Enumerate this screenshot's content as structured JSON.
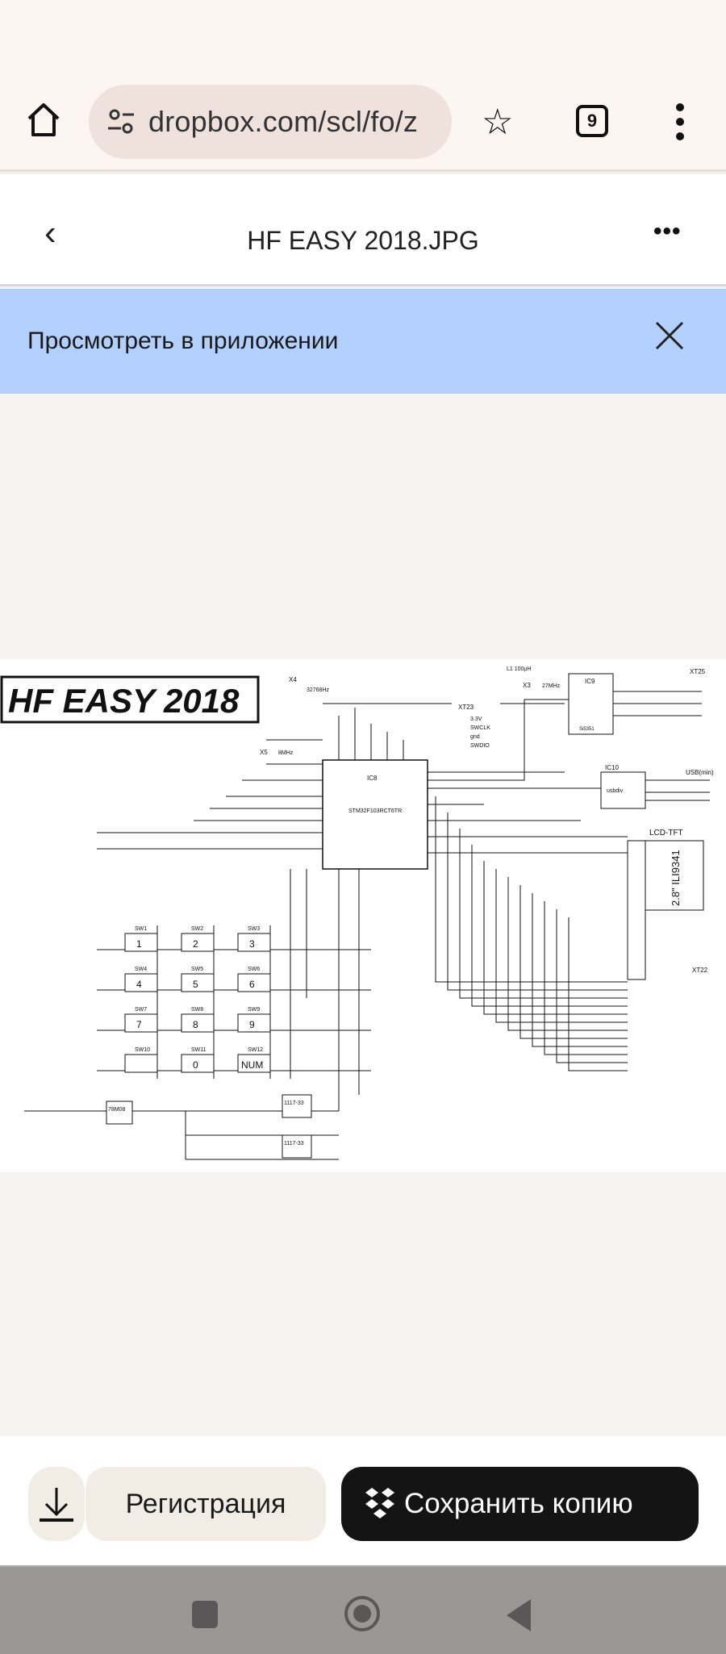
{
  "browser": {
    "url": "dropbox.com/scl/fo/z",
    "tab_count": "9"
  },
  "header": {
    "title": "HF EASY 2018.JPG"
  },
  "banner": {
    "text": "Просмотреть в приложении"
  },
  "schematic": {
    "title": "HF EASY 2018",
    "mcu": "STM32F103RCT6TR",
    "mcu_ref": "IC8",
    "ic9": "IC9",
    "ic9_part": "Si5351",
    "ic10": "IC10",
    "ic10_part": "usbdiv",
    "lcd": "LCD-TFT",
    "lcd_part": "2.8\" ILI9341",
    "x4": "X4",
    "x4_freq": "32768Hz",
    "x5": "X5",
    "x5_freq": "8MHz",
    "x3": "X3",
    "x3_freq": "27MHz",
    "usb": "USB(min)",
    "xt23": "XT23",
    "xt22": "XT22",
    "xt25": "XT25",
    "l1": "L1 100µH",
    "keys": [
      "1",
      "2",
      "3",
      "4",
      "5",
      "6",
      "7",
      "8",
      "9",
      "",
      "0",
      "NUM"
    ],
    "sw": [
      "SW1",
      "SW2",
      "SW3",
      "SW4",
      "SW5",
      "SW6",
      "SW7",
      "SW8",
      "SW9",
      "SW10",
      "SW11",
      "SW12"
    ],
    "reg1": "78M08",
    "reg2": "1117-33",
    "reg3": "1117-33",
    "swd": [
      "3.3V",
      "SWCLK",
      "gnd",
      "SWDIO"
    ]
  },
  "actions": {
    "register": "Регистрация",
    "save_copy": "Сохранить копию"
  }
}
